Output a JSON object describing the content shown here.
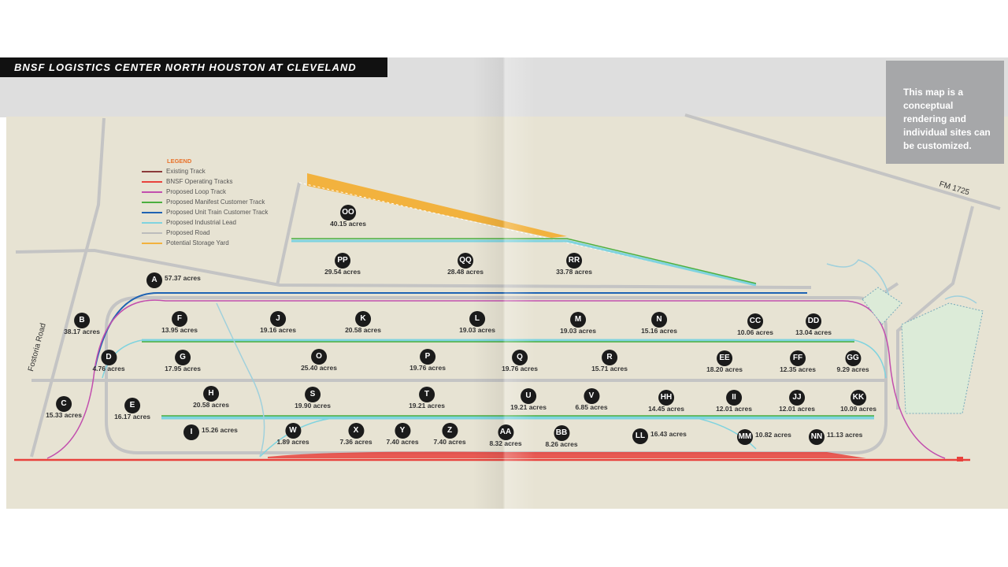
{
  "title": "BNSF LOGISTICS CENTER NORTH HOUSTON AT CLEVELAND",
  "note": "This map is a conceptual rendering and individual sites can be customized.",
  "roads": {
    "fostoria": "Fostoria Road",
    "fm1725": "FM 1725"
  },
  "legend": {
    "title": "LEGEND",
    "items": [
      {
        "label": "Existing Track",
        "color": "#8b3a3a"
      },
      {
        "label": "BNSF Operating Tracks",
        "color": "#e8423c"
      },
      {
        "label": "Proposed Loop Track",
        "color": "#c24fae"
      },
      {
        "label": "Proposed Manifest Customer Track",
        "color": "#4caf3f"
      },
      {
        "label": "Proposed Unit Train Customer Track",
        "color": "#1f63b3"
      },
      {
        "label": "Proposed Industrial Lead",
        "color": "#7fd3df"
      },
      {
        "label": "Proposed Road",
        "color": "#bcbcbc"
      },
      {
        "label": "Potential Storage Yard",
        "color": "#f2b23e"
      }
    ]
  },
  "parcels": [
    {
      "id": "A",
      "acres": "57.37 acres"
    },
    {
      "id": "B",
      "acres": "38.17 acres"
    },
    {
      "id": "C",
      "acres": "15.33 acres"
    },
    {
      "id": "D",
      "acres": "4.76 acres"
    },
    {
      "id": "E",
      "acres": "16.17 acres"
    },
    {
      "id": "F",
      "acres": "13.95 acres"
    },
    {
      "id": "G",
      "acres": "17.95 acres"
    },
    {
      "id": "H",
      "acres": "20.58 acres"
    },
    {
      "id": "I",
      "acres": "15.26 acres"
    },
    {
      "id": "J",
      "acres": "19.16 acres"
    },
    {
      "id": "K",
      "acres": "20.58 acres"
    },
    {
      "id": "L",
      "acres": "19.03 acres"
    },
    {
      "id": "M",
      "acres": "19.03 acres"
    },
    {
      "id": "N",
      "acres": "15.16 acres"
    },
    {
      "id": "O",
      "acres": "25.40 acres"
    },
    {
      "id": "P",
      "acres": "19.76 acres"
    },
    {
      "id": "Q",
      "acres": "19.76 acres"
    },
    {
      "id": "R",
      "acres": "15.71 acres"
    },
    {
      "id": "S",
      "acres": "19.90 acres"
    },
    {
      "id": "T",
      "acres": "19.21 acres"
    },
    {
      "id": "U",
      "acres": "19.21 acres"
    },
    {
      "id": "V",
      "acres": "6.85 acres"
    },
    {
      "id": "W",
      "acres": "1.89 acres"
    },
    {
      "id": "X",
      "acres": "7.36 acres"
    },
    {
      "id": "Y",
      "acres": "7.40 acres"
    },
    {
      "id": "Z",
      "acres": "7.40 acres"
    },
    {
      "id": "AA",
      "acres": "8.32 acres"
    },
    {
      "id": "BB",
      "acres": "8.26 acres"
    },
    {
      "id": "CC",
      "acres": "10.06 acres"
    },
    {
      "id": "DD",
      "acres": "13.04 acres"
    },
    {
      "id": "EE",
      "acres": "18.20 acres"
    },
    {
      "id": "FF",
      "acres": "12.35 acres"
    },
    {
      "id": "GG",
      "acres": "9.29 acres"
    },
    {
      "id": "HH",
      "acres": "14.45 acres"
    },
    {
      "id": "II",
      "acres": "12.01 acres"
    },
    {
      "id": "JJ",
      "acres": "12.01 acres"
    },
    {
      "id": "KK",
      "acres": "10.09 acres"
    },
    {
      "id": "LL",
      "acres": "16.43 acres"
    },
    {
      "id": "MM",
      "acres": "10.82 acres"
    },
    {
      "id": "NN",
      "acres": "11.13 acres"
    },
    {
      "id": "OO",
      "acres": "40.15 acres"
    },
    {
      "id": "PP",
      "acres": "29.54 acres"
    },
    {
      "id": "QQ",
      "acres": "28.48 acres"
    },
    {
      "id": "RR",
      "acres": "33.78 acres"
    }
  ]
}
